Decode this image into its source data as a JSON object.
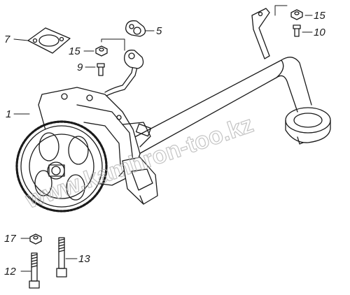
{
  "watermark": "www.kamhron-too.kz",
  "callouts": {
    "c1": "1",
    "c5": "5",
    "c7": "7",
    "c9": "9",
    "c10": "10",
    "c12": "12",
    "c13": "13",
    "c15a": "15",
    "c15b": "15",
    "c17": "17"
  }
}
